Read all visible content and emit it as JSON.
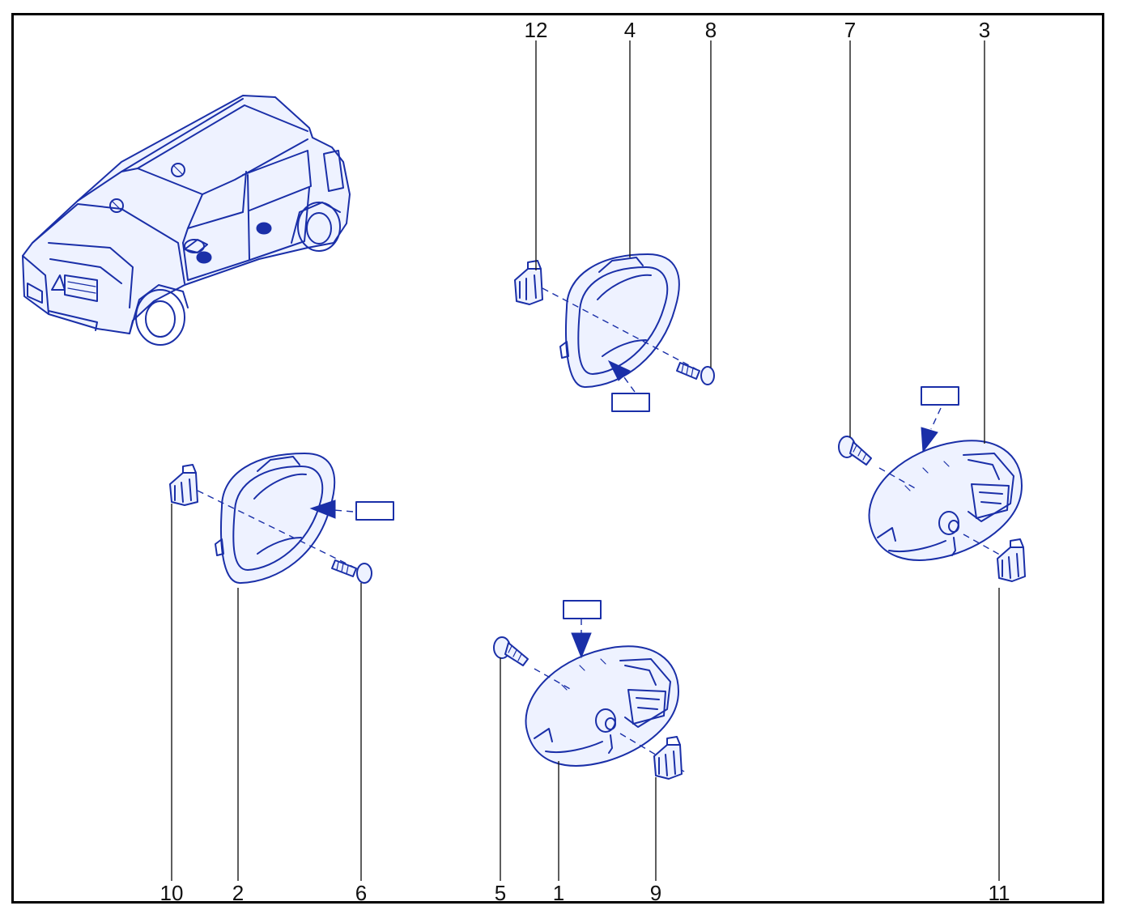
{
  "callouts": [
    {
      "id": "12",
      "label": "12"
    },
    {
      "id": "4",
      "label": "4"
    },
    {
      "id": "8",
      "label": "8"
    },
    {
      "id": "7",
      "label": "7"
    },
    {
      "id": "3",
      "label": "3"
    },
    {
      "id": "10",
      "label": "10"
    },
    {
      "id": "2",
      "label": "2"
    },
    {
      "id": "6",
      "label": "6"
    },
    {
      "id": "5",
      "label": "5"
    },
    {
      "id": "1",
      "label": "1"
    },
    {
      "id": "9",
      "label": "9"
    },
    {
      "id": "11",
      "label": "11"
    }
  ],
  "colors": {
    "ink": "#1a2fa8",
    "leader": "#1a1a1a",
    "frame": "#000000"
  }
}
